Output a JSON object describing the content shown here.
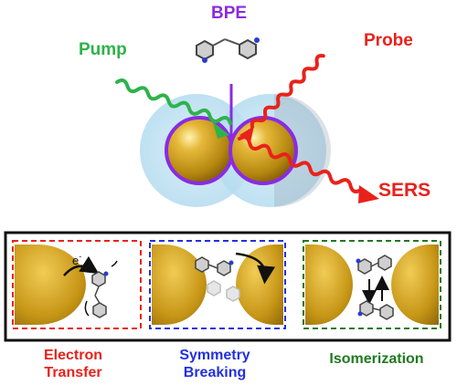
{
  "labels": {
    "pump": "Pump",
    "bpe": "BPE",
    "probe": "Probe",
    "sers": "SERS",
    "electron": "e",
    "electron_sup": "-"
  },
  "panels": [
    {
      "id": "electron-transfer",
      "caption_line1": "Electron",
      "caption_line2": "Transfer",
      "color": "#e8221b"
    },
    {
      "id": "symmetry-breaking",
      "caption_line1": "Symmetry",
      "caption_line2": "Breaking",
      "color": "#2230e0"
    },
    {
      "id": "isomerization",
      "caption_line1": "Isomerization",
      "caption_line2": "",
      "color": "#1f7a1f"
    }
  ],
  "colors": {
    "pump": "#2db34a",
    "bpe": "#8a2be2",
    "probe": "#e8221b",
    "sers": "#e8221b",
    "gold": "#c8971b",
    "halo": "#bcdff0"
  }
}
